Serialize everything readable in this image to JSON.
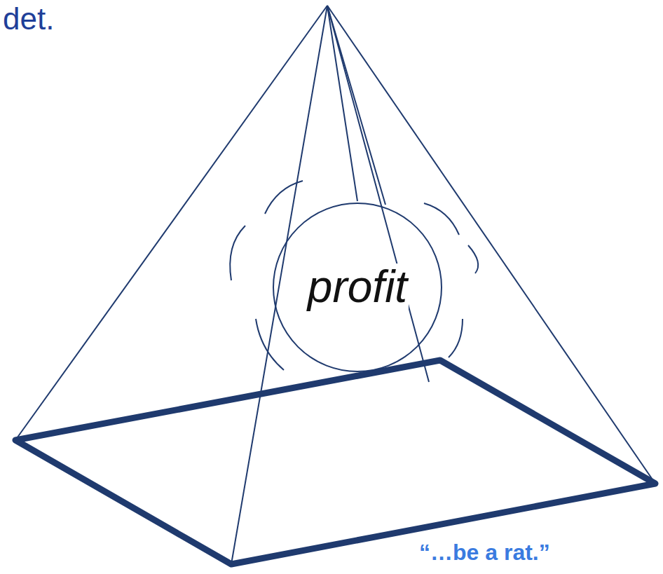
{
  "diagram": {
    "nodes": [
      {
        "text": [
          "profit"
        ]
      }
    ],
    "labels": [
      "det.",
      "“…be a rat.”"
    ]
  }
}
